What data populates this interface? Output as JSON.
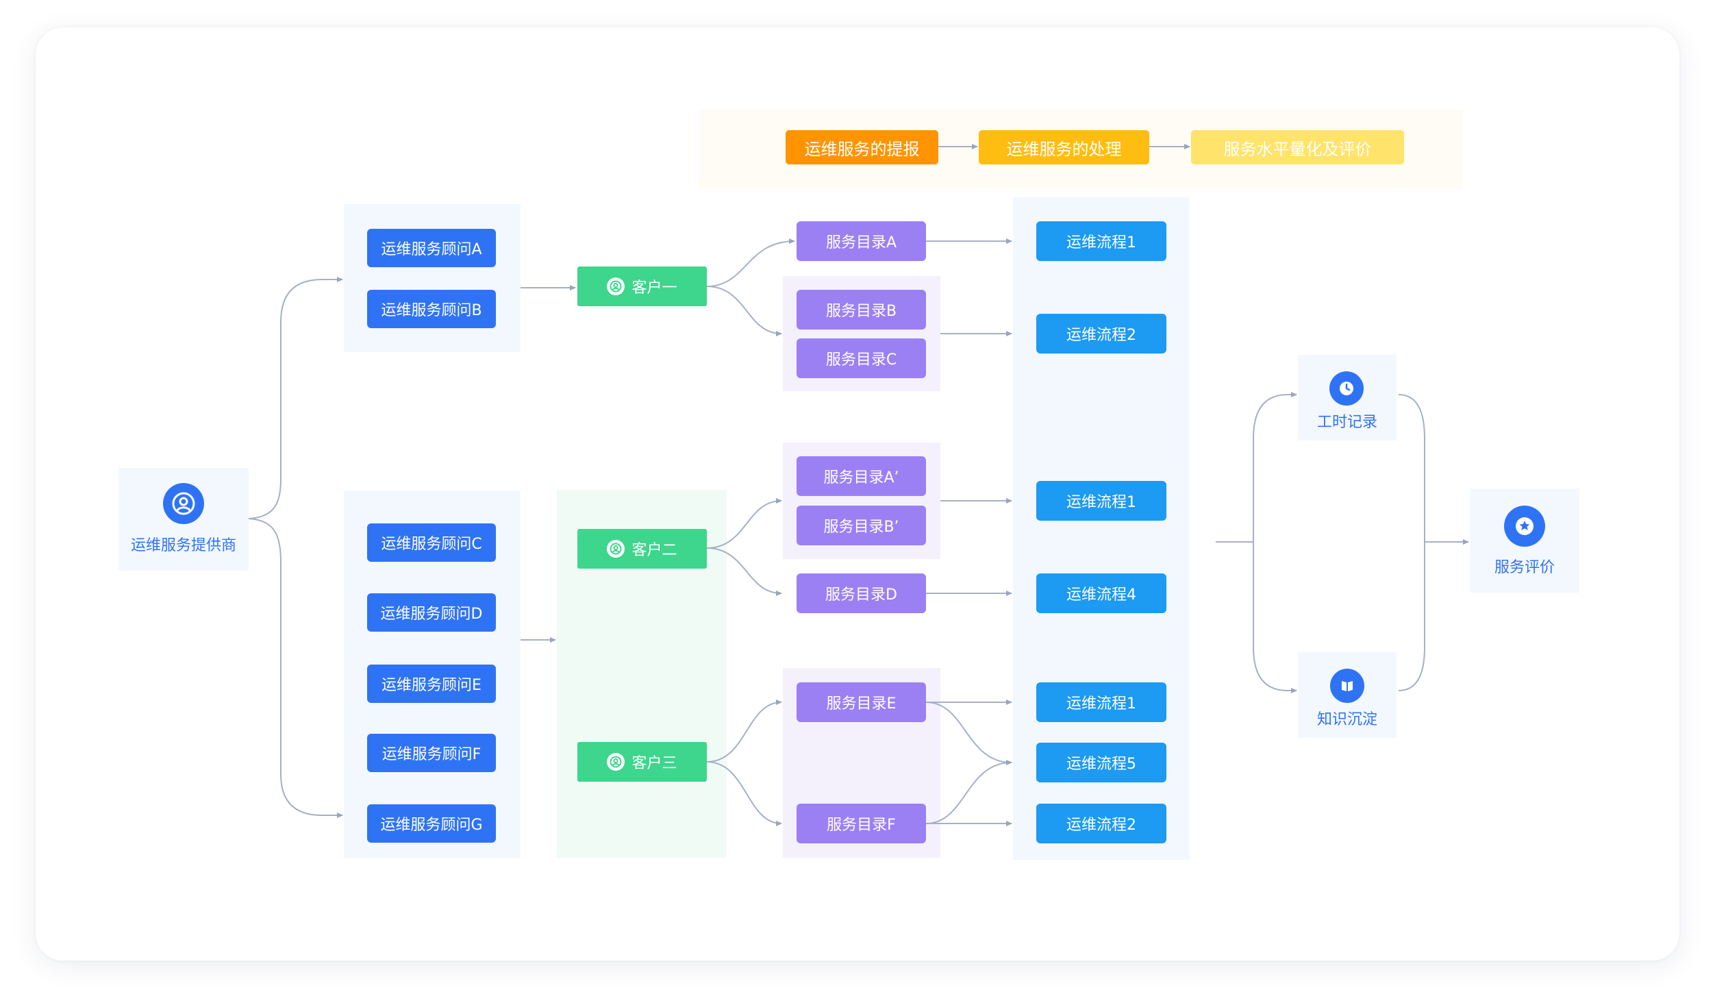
{
  "stages": [
    "运维服务的提报",
    "运维服务的处理",
    "服务水平量化及评价"
  ],
  "provider": {
    "label": "运维服务提供商",
    "icon": "user-circle-icon"
  },
  "advisors": [
    "运维服务顾问A",
    "运维服务顾问B",
    "运维服务顾问C",
    "运维服务顾问D",
    "运维服务顾问E",
    "运维服务顾问F",
    "运维服务顾问G"
  ],
  "customers": [
    "客户一",
    "客户二",
    "客户三"
  ],
  "catalogs": [
    "服务目录A",
    "服务目录B",
    "服务目录C",
    "服务目录A’",
    "服务目录B’",
    "服务目录D",
    "服务目录E",
    "服务目录F"
  ],
  "flows": [
    "运维流程1",
    "运维流程2",
    "运维流程1",
    "运维流程4",
    "运维流程1",
    "运维流程5",
    "运维流程2"
  ],
  "outputs": {
    "time_record": {
      "label": "工时记录",
      "icon": "clock-icon"
    },
    "knowledge": {
      "label": "知识沉淀",
      "icon": "book-icon"
    },
    "evaluation": {
      "label": "服务评价",
      "icon": "star-icon"
    }
  },
  "colors": {
    "advisor": "#2f73f5",
    "customer": "#3dd68c",
    "catalog": "#9b80f4",
    "flow": "#1d9af2",
    "stage1": "#ff9400",
    "stage2": "#ffbd12",
    "stage3": "#ffe36a",
    "connector": "#9aa5bd"
  }
}
